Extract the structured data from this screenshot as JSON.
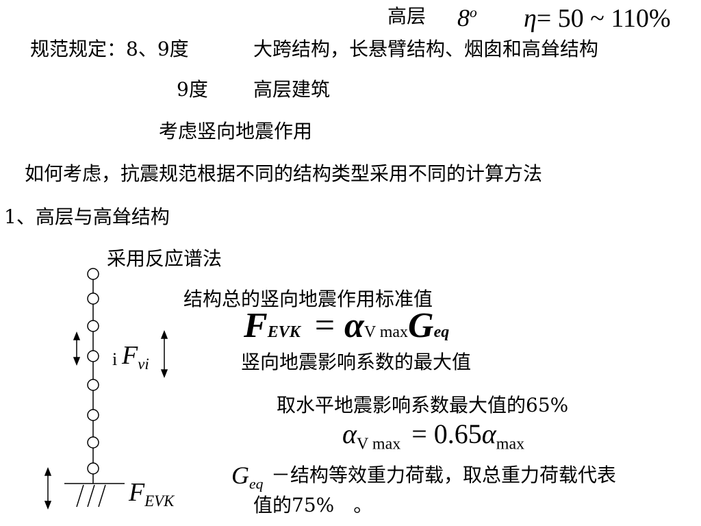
{
  "header": {
    "high_rise_label": "高层",
    "degree_value": "8",
    "degree_sup": "o",
    "eta_symbol": "η",
    "eta_range": "= 50 ~ 110%"
  },
  "lines": {
    "code_rule": "规范规定：8、9度",
    "code_rule_items": "大跨结构，长悬臂结构、烟囱和高耸结构",
    "deg9": "9度",
    "deg9_item": "高层建筑",
    "consider": "考虑竖向地震作用",
    "how": "如何考虑，抗震规范根据不同的结构类型采用不同的计算方法",
    "section1": "1、高层与高耸结构",
    "method": "采用反应谱法",
    "total_vertical": "结构总的竖向地震作用标准值",
    "coef_max": "竖向地震影响系数的最大值",
    "take_65": "取水平地震影响系数最大值的65%",
    "geq_desc": "－结构等效重力荷载，取总重力荷载代表",
    "geq_desc2": "值的75%　。"
  },
  "formulas": {
    "f_evk_letter": "F",
    "f_evk_sub": "EVK",
    "equals": "=",
    "alpha": "α",
    "v_max_sub": "V max",
    "g_letter": "G",
    "eq_sub": "eq",
    "alpha_v_max_eq": "= 0.65",
    "max_sub": "max",
    "geq_letter": "G",
    "geq_sub": "eq"
  },
  "diagram": {
    "node_label_i": "i",
    "fvi_letter": "F",
    "fvi_sub": "vi",
    "base_f_letter": "F",
    "base_f_sub": "EVK"
  }
}
